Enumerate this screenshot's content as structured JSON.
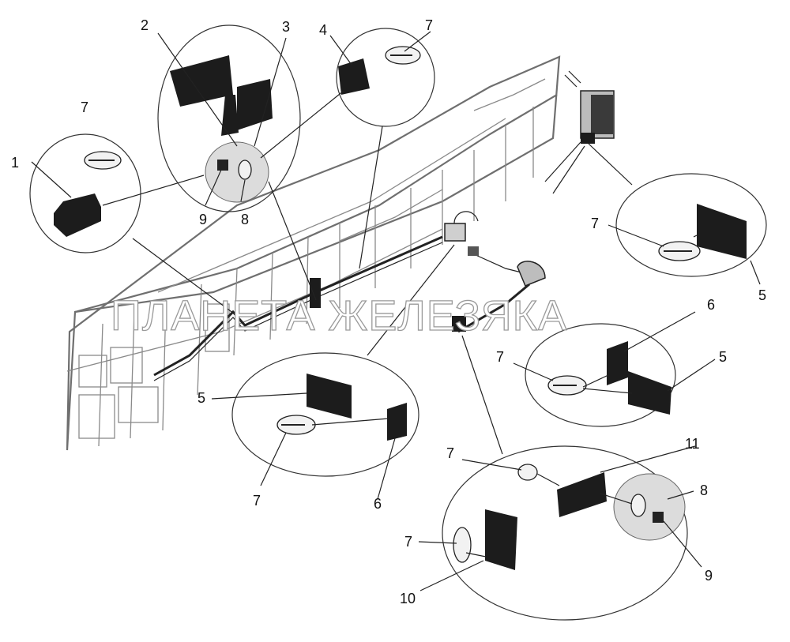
{
  "diagram": {
    "callout_labels": {
      "c1": "1",
      "c2": "2",
      "c3": "3",
      "c4": "4",
      "c7_a": "7",
      "c7_b": "7",
      "c7_c": "7",
      "c7_d": "7",
      "c7_e": "7",
      "c7_f": "7",
      "c7_g": "7",
      "c8_a": "8",
      "c8_b": "8",
      "c9_a": "9",
      "c9_b": "9",
      "c5_a": "5",
      "c5_b": "5",
      "c5_c": "5",
      "c6_a": "6",
      "c6_b": "6",
      "c10": "10",
      "c11": "11"
    },
    "watermark": "ПЛАНЕТА ЖЕЛЕЗЯКА"
  },
  "colors": {
    "ink": "#111111",
    "frame_gray": "#6f6f6f",
    "pad_black": "#1c1c1c",
    "watermark_outline": "#9a9a9a"
  }
}
